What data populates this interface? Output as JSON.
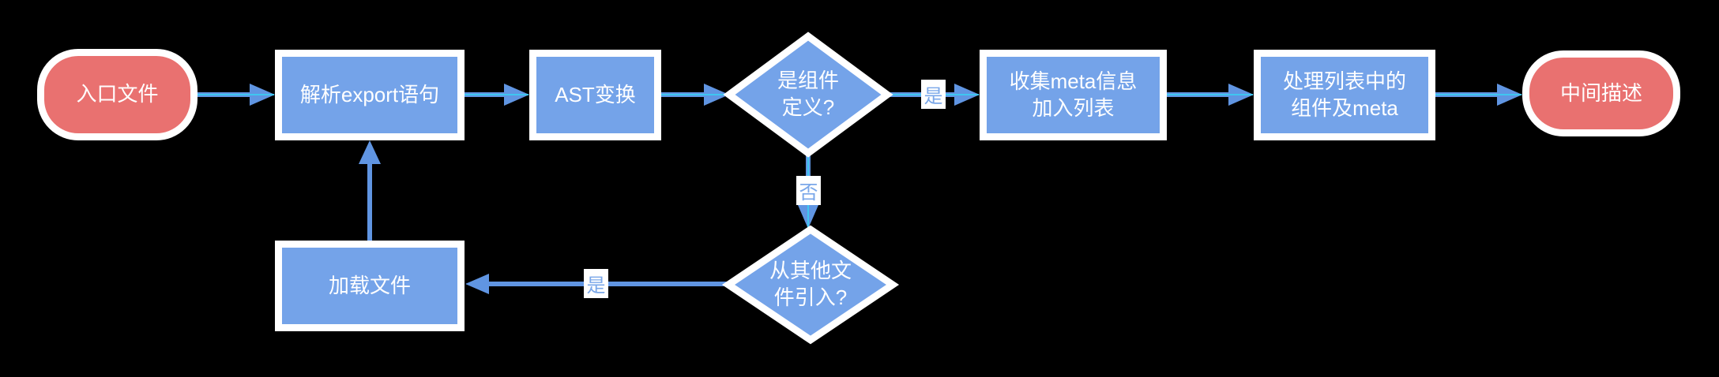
{
  "diagram": {
    "title": "component-meta-extraction-flowchart",
    "nodes": {
      "start": {
        "label": "入口文件",
        "type": "terminal"
      },
      "parse_export": {
        "label": "解析export语句",
        "type": "process"
      },
      "ast_transform": {
        "label": "AST变换",
        "type": "process"
      },
      "is_component_def": {
        "label": "是组件\n定义?",
        "type": "decision"
      },
      "collect_meta": {
        "label": "收集meta信息\n加入列表",
        "type": "process"
      },
      "process_list": {
        "label": "处理列表中的\n组件及meta",
        "type": "process"
      },
      "intermediate_desc": {
        "label": "中间描述",
        "type": "terminal"
      },
      "load_file": {
        "label": "加载文件",
        "type": "process"
      },
      "import_from_other_file": {
        "label": "从其他文\n件引入?",
        "type": "decision"
      }
    },
    "edge_labels": {
      "yes_to_collect": "是",
      "no_to_import_check": "否",
      "yes_to_load_file": "是"
    },
    "colors": {
      "background": "#000000",
      "terminal_fill": "#e97170",
      "node_fill": "#74a3e9",
      "node_border": "#ffffff",
      "node_text": "#ffffff",
      "connector": "#6095e2",
      "connector_pulse": "#3fc6f0",
      "edge_label_text": "#7aa7e9",
      "edge_label_bg": "#ffffff"
    }
  }
}
